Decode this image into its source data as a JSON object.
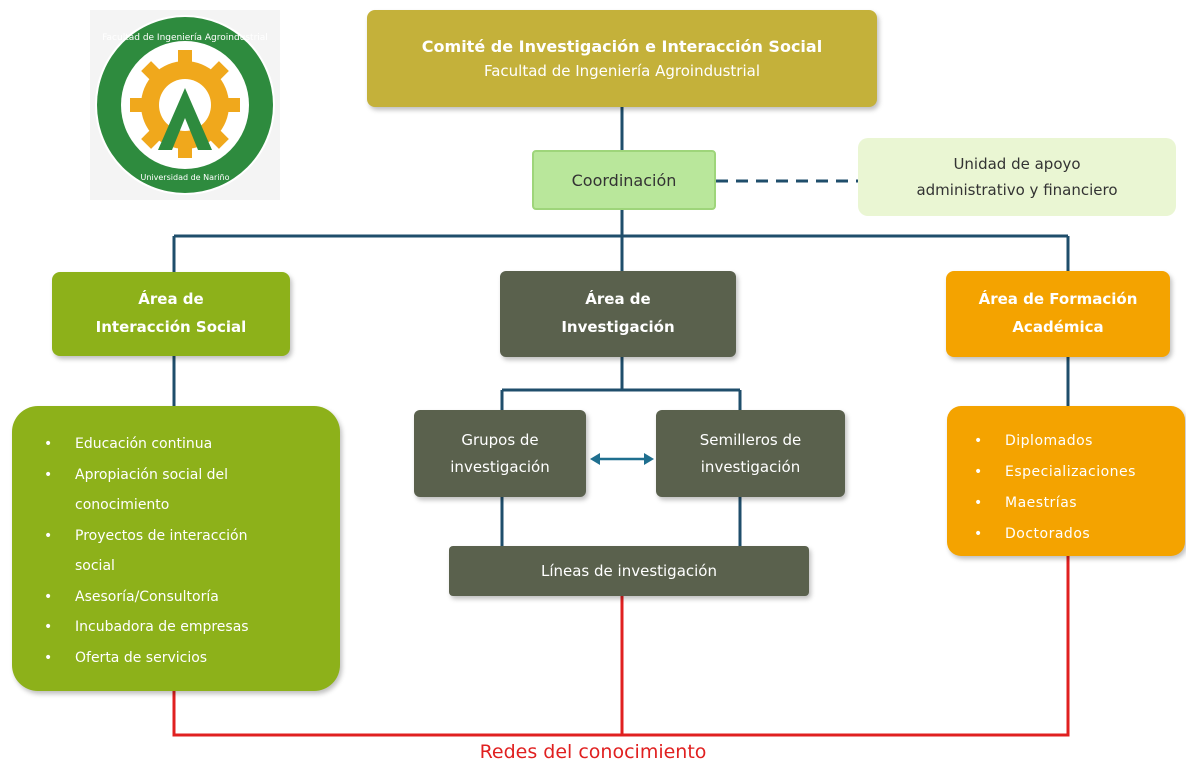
{
  "colors": {
    "committee": "#c4b13a",
    "coordination": "#b9e79b",
    "support": "#eaf6d3",
    "social": "#8db11a",
    "research": "#5a614d",
    "training": "#f4a300",
    "connector": "#1f4e6b",
    "network": "#e02020"
  },
  "logo": {
    "icon": "faculty-gear-logo",
    "outer_text": "Facultad de Ingeniería Agroindustrial",
    "inner_text": "Universidad de Nariño"
  },
  "committee": {
    "title": "Comité de Investigación e Interacción Social",
    "subtitle": "Facultad de Ingeniería Agroindustrial"
  },
  "coordination": {
    "label": "Coordinación"
  },
  "support_unit": {
    "line1": "Unidad de apoyo",
    "line2": "administrativo y financiero"
  },
  "areas": {
    "social": {
      "line1": "Área de",
      "line2": "Interacción Social"
    },
    "research": {
      "line1": "Área de",
      "line2": "Investigación"
    },
    "training": {
      "line1": "Área de Formación",
      "line2": "Académica"
    }
  },
  "social_items": [
    "Educación continua",
    "Apropiación social del",
    "conocimiento",
    "Proyectos de interacción",
    "social",
    "Asesoría/Consultoría",
    "Incubadora de empresas",
    "Oferta de servicios"
  ],
  "training_items": [
    "Diplomados",
    "Especializaciones",
    "Maestrías",
    "Doctorados"
  ],
  "research": {
    "groups": {
      "line1": "Grupos de",
      "line2": "investigación"
    },
    "seedbeds": {
      "line1": "Semilleros de",
      "line2": "investigación"
    },
    "lines": "Líneas de investigación"
  },
  "network_label": "Redes del conocimiento"
}
